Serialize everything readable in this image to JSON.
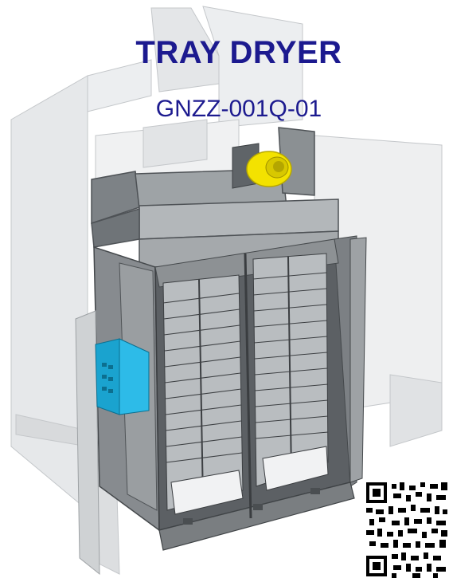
{
  "title": "TRAY DRYER",
  "model": "GNZZ-001Q-01",
  "colors": {
    "title": "#1c1a8f",
    "model": "#1c1a8f",
    "steel": "#8e9396",
    "steel_dark": "#5c6064",
    "ghost": "#dfe1e3",
    "fan": "#f4e400",
    "control_box": "#22b9e6"
  },
  "icons": {
    "product": "tray-dryer-illustration",
    "qr": "qr-code"
  }
}
